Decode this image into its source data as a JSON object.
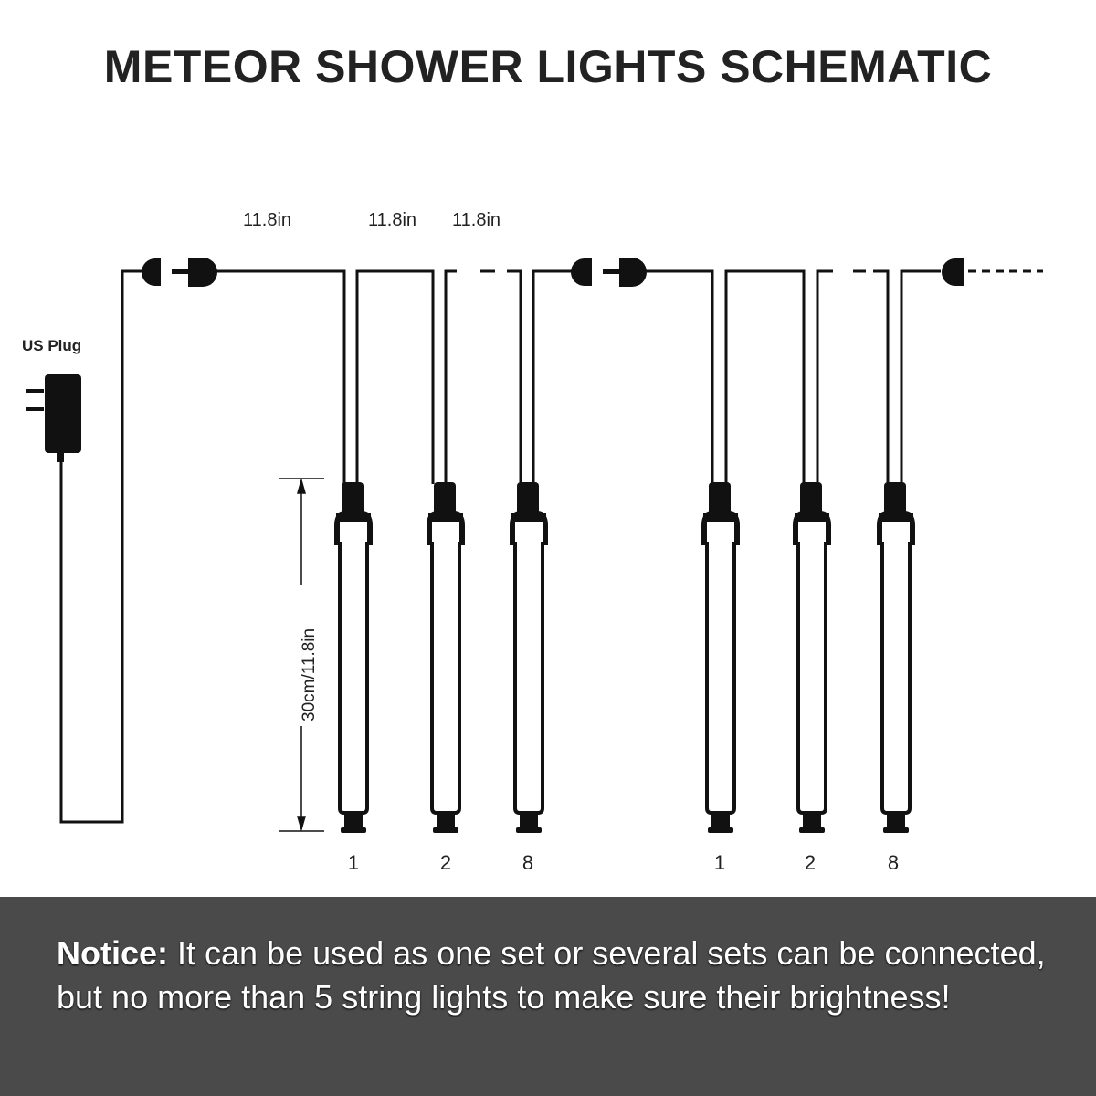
{
  "title": "METEOR SHOWER LIGHTS SCHEMATIC",
  "labels": {
    "us_plug": "US Plug",
    "spacing_1": "11.8in",
    "spacing_2": "11.8in",
    "spacing_3": "11.8in",
    "tube_length": "30cm/11.8in"
  },
  "sets": [
    {
      "tubes": [
        {
          "number": "1"
        },
        {
          "number": "2"
        },
        {
          "number": "8"
        }
      ]
    },
    {
      "tubes": [
        {
          "number": "1"
        },
        {
          "number": "2"
        },
        {
          "number": "8"
        }
      ]
    }
  ],
  "notice": {
    "label": "Notice:",
    "text": " It can be used as one set or several sets can be connected, but no more than 5 string lights to make sure their brightness!"
  },
  "colors": {
    "line": "#111111",
    "notice_bg": "#4a4a4a",
    "title": "#222222"
  }
}
